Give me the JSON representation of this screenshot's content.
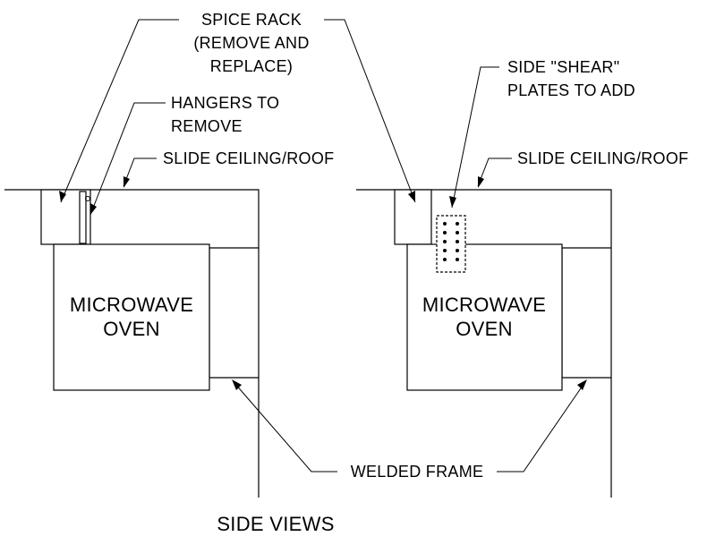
{
  "labels": {
    "spice_rack": [
      "SPICE RACK",
      "(REMOVE AND",
      "REPLACE)"
    ],
    "hangers": [
      "HANGERS TO",
      "REMOVE"
    ],
    "shear_plates": [
      "SIDE \"SHEAR\"",
      "PLATES TO ADD"
    ],
    "slide_ceiling_left": "SLIDE CEILING/ROOF",
    "slide_ceiling_right": "SLIDE CEILING/ROOF",
    "microwave_left": [
      "MICROWAVE",
      "OVEN"
    ],
    "microwave_right": [
      "MICROWAVE",
      "OVEN"
    ],
    "welded_frame": "WELDED FRAME",
    "caption": "SIDE VIEWS"
  },
  "icons": {
    "leader_arrow": "filled-arrowhead",
    "plate_bolt": "filled-dot"
  }
}
